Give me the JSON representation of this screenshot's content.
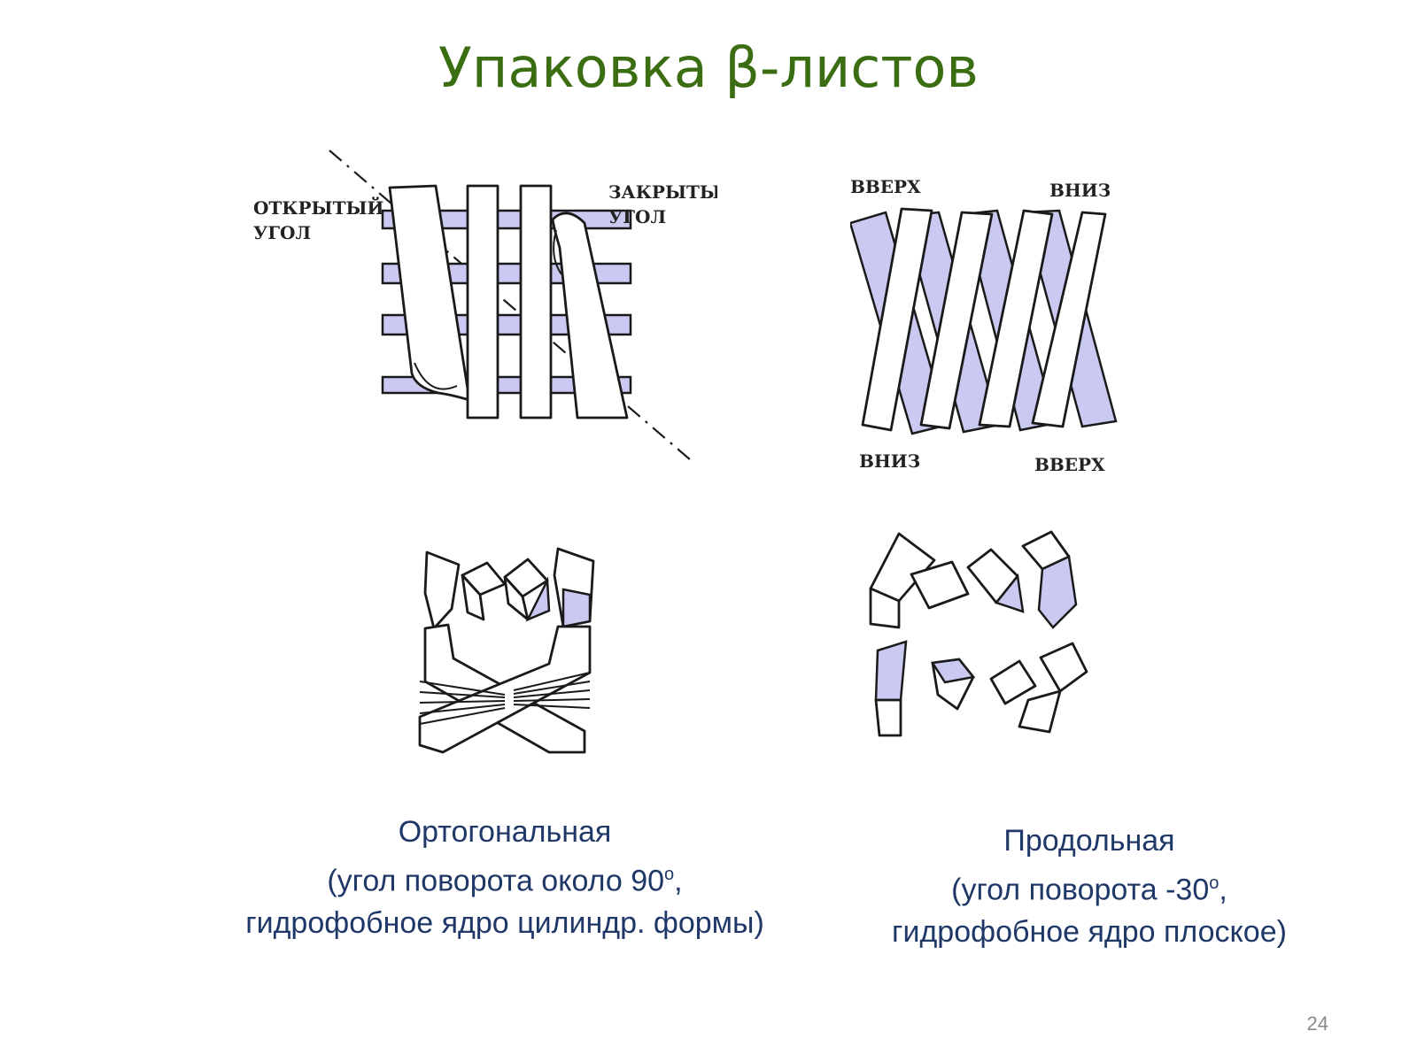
{
  "slide": {
    "title": "Упаковка β-листов",
    "page_number": "24"
  },
  "figures": {
    "orthogonal": {
      "open_angle_line1": "ОТКРЫТЫЙ",
      "open_angle_line2": "УГОЛ",
      "closed_angle_line1": "ЗАКРЫТЫЙ",
      "closed_angle_line2": "УГОЛ"
    },
    "aligned": {
      "top_left": "ВВЕРХ",
      "top_right": "ВНИЗ",
      "bottom_left": "ВНИЗ",
      "bottom_right": "ВВЕРХ"
    }
  },
  "captions": {
    "orthogonal": {
      "line1": "Ортогональная",
      "line2_prefix": "(угол поворота около 90",
      "line2_sup": "о",
      "line2_suffix": ",",
      "line3": "гидрофобное ядро цилиндр. формы)"
    },
    "aligned": {
      "line1": "Продольная",
      "line2_prefix": "(угол поворота -30",
      "line2_sup": "о",
      "line2_suffix": ",",
      "line3": "гидрофобное ядро плоское)"
    }
  },
  "colors": {
    "title": "#3b6e12",
    "caption": "#1f3868",
    "sheet_fill": "#c9c9f1",
    "outline": "#1a1a1a"
  }
}
